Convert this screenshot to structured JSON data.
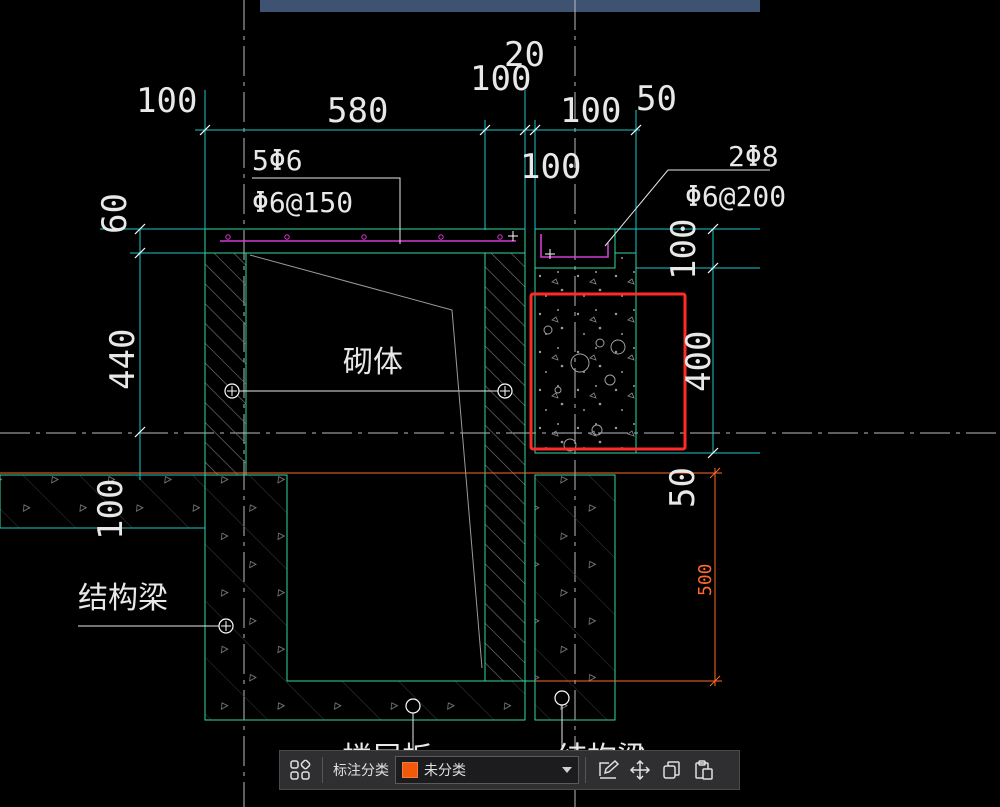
{
  "drawing": {
    "dimensions": {
      "d100_left": "100",
      "d580": "580",
      "d100_mid": "100",
      "d20": "20",
      "d100_right": "100",
      "d50_top": "50",
      "d100_inner": "100",
      "d60": "60",
      "d440": "440",
      "d100_lower": "100",
      "d100_right_v": "100",
      "d400": "400",
      "d50_right": "50",
      "d500": "500"
    },
    "rebar": {
      "top_main": "5Φ6",
      "top_stirrup": "Φ6@150",
      "side_main": "2Φ8",
      "side_stirrup": "Φ6@200"
    },
    "labels": {
      "masonry": "砌体",
      "beam_left": "结构梁",
      "bottom_left": "楼层板",
      "bottom_right": "结构梁"
    },
    "colors": {
      "cyan": "#19c7c7",
      "green": "#2fd9a0",
      "magenta": "#d43bd4",
      "highlight": "#ff2a2a",
      "red_dim": "#ff6a2a"
    }
  },
  "toolbar": {
    "grid_icon": "grid-icon",
    "category_label": "标注分类",
    "category_value": "未分类",
    "category_color": "#f05a0a",
    "edit_icon": "edit-icon",
    "move_icon": "move-icon",
    "copy_icon": "copy-icon",
    "paste_icon": "paste-icon"
  }
}
